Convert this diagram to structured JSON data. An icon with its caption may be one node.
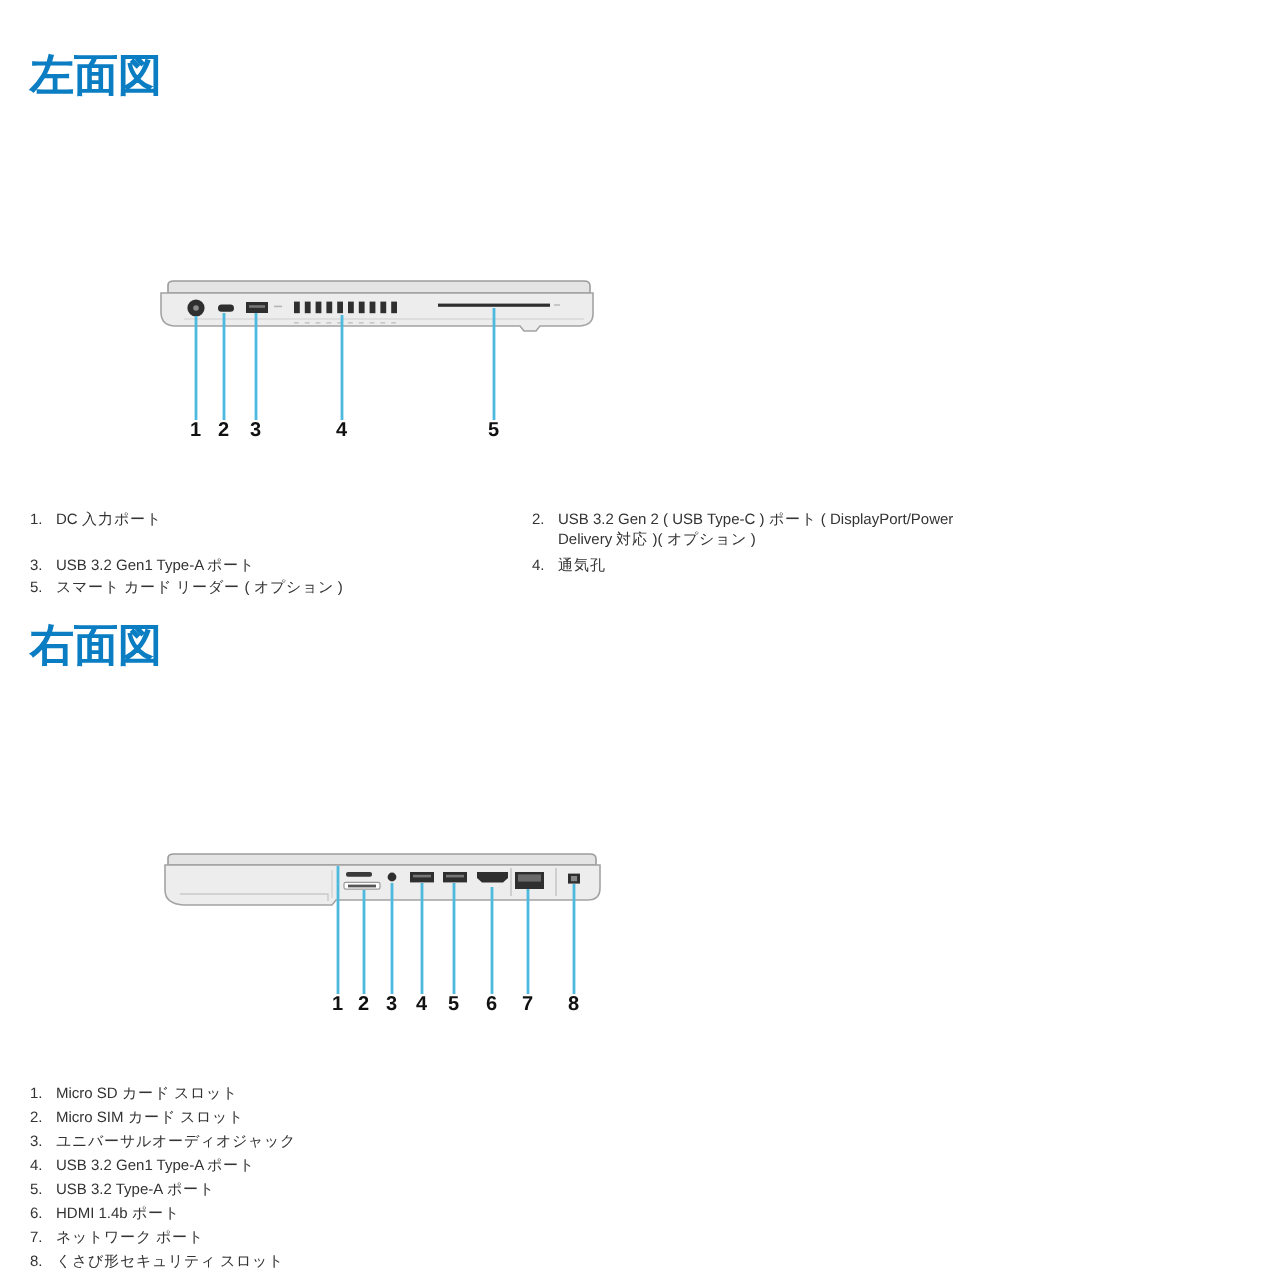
{
  "diagram": {
    "title": "左面図",
    "nodes": [
      {
        "text": [
          "1"
        ]
      },
      {
        "text": [
          "2"
        ]
      },
      {
        "text": [
          "3"
        ]
      },
      {
        "text": [
          "4"
        ]
      },
      {
        "text": [
          "5"
        ]
      },
      {
        "text": [
          "1"
        ]
      },
      {
        "text": [
          "2"
        ]
      },
      {
        "text": [
          "3"
        ]
      },
      {
        "text": [
          "4"
        ]
      },
      {
        "text": [
          "5"
        ]
      },
      {
        "text": [
          "6"
        ]
      },
      {
        "text": [
          "7"
        ]
      },
      {
        "text": [
          "8"
        ]
      }
    ],
    "edges": [
      {
        "from": 0,
        "to": null,
        "arrow": "none"
      },
      {
        "from": 1,
        "to": null,
        "arrow": "none"
      },
      {
        "from": 2,
        "to": null,
        "arrow": "none"
      },
      {
        "from": 3,
        "to": null,
        "arrow": "none"
      },
      {
        "from": 4,
        "to": null,
        "arrow": "none"
      },
      {
        "from": 5,
        "to": null,
        "arrow": "none"
      },
      {
        "from": 6,
        "to": null,
        "arrow": "none"
      },
      {
        "from": 7,
        "to": null,
        "arrow": "none"
      },
      {
        "from": 8,
        "to": null,
        "arrow": "none"
      },
      {
        "from": 9,
        "to": null,
        "arrow": "none"
      },
      {
        "from": 10,
        "to": null,
        "arrow": "none"
      },
      {
        "from": 11,
        "to": null,
        "arrow": "none"
      },
      {
        "from": 12,
        "to": null,
        "arrow": "none"
      }
    ],
    "labels": [
      "1.",
      "DC 入力ポート",
      "2.",
      "USB 3.2 Gen 2 ( USB Type-C ) ポート ( DisplayPort/Power Delivery 対応 )( オプション )",
      "3.",
      "USB 3.2 Gen1 Type-A ポート",
      "4.",
      "通気孔",
      "5.",
      "スマート カード リーダー ( オプション )",
      "右面図",
      "1.",
      "Micro SD カード スロット",
      "2.",
      "Micro SIM カード スロット",
      "3.",
      "ユニバーサルオーディオジャック",
      "4.",
      "USB 3.2 Gen1 Type-A ポート",
      "5.",
      "USB 3.2 Type-A ポート",
      "6.",
      "HDMI 1.4b ポート",
      "7.",
      "ネットワーク ポート",
      "8.",
      "くさび形セキュリティ スロット"
    ]
  }
}
